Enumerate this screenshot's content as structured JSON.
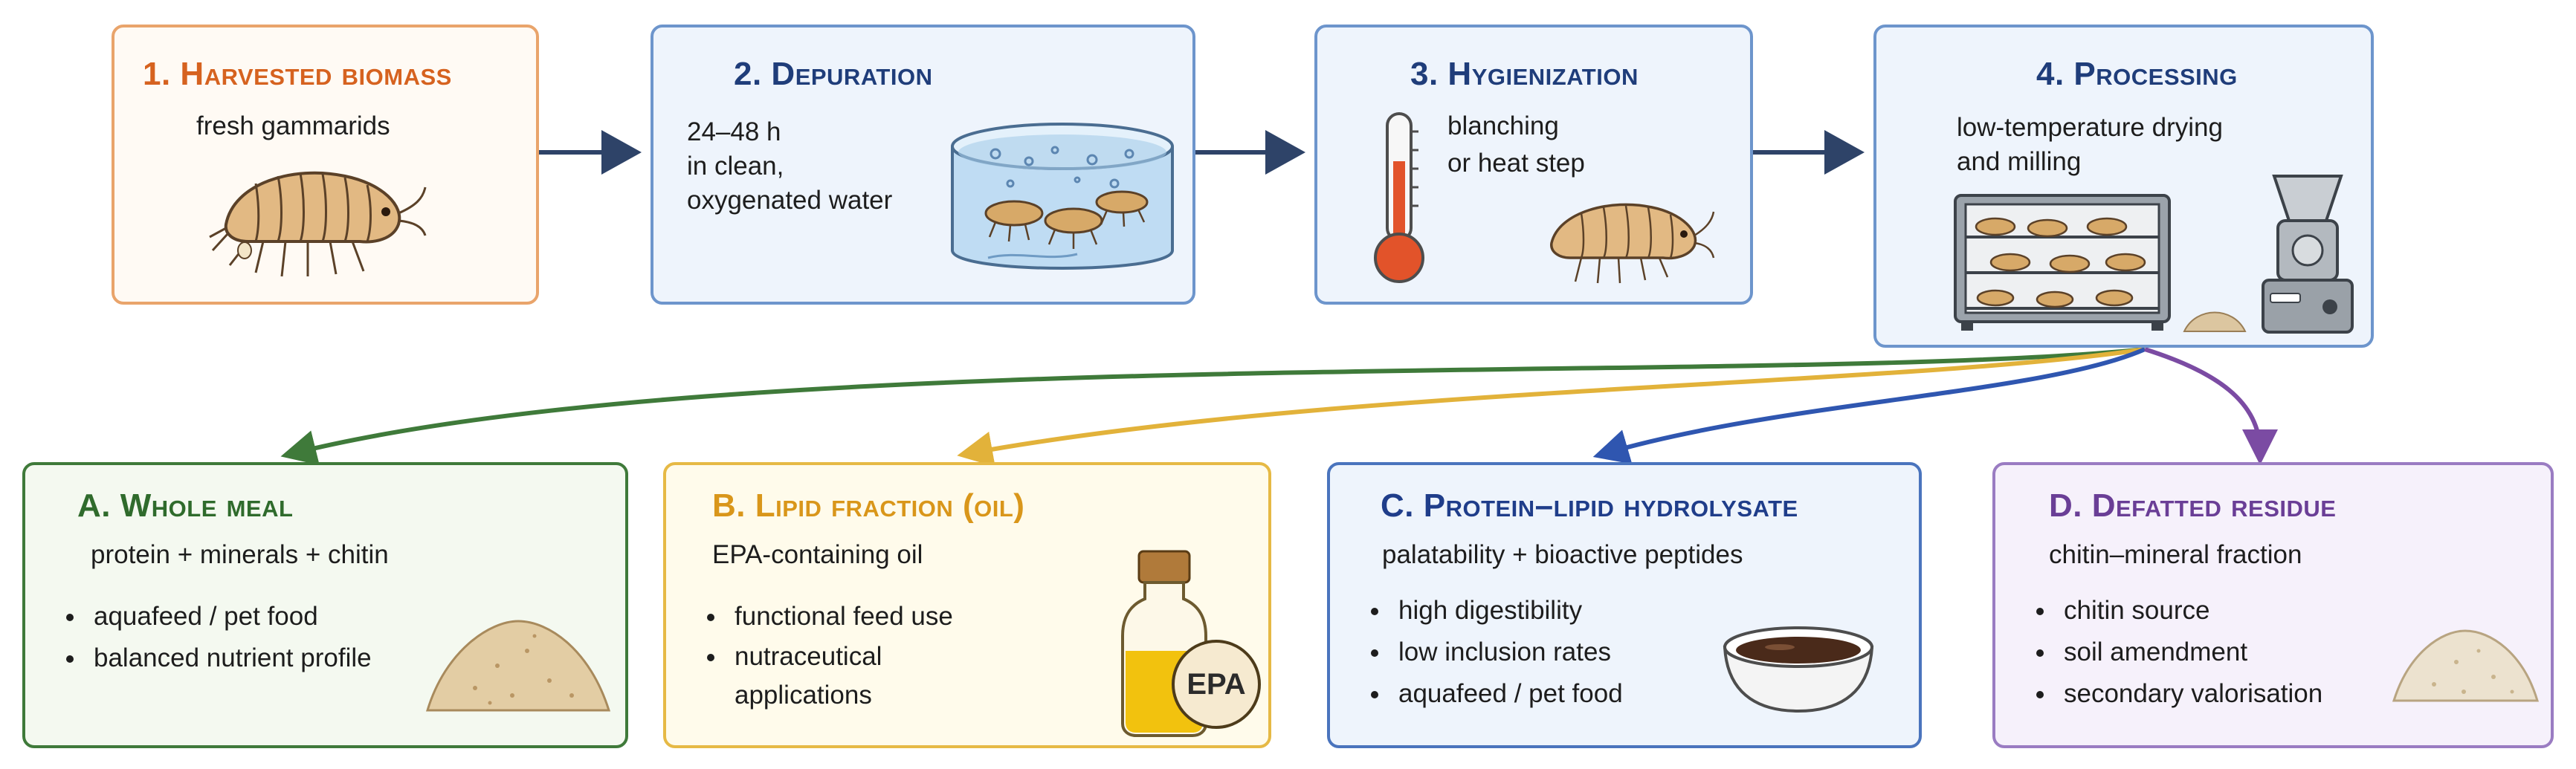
{
  "steps": [
    {
      "title": "1. Harvested biomass",
      "text": "fresh gammarids",
      "color": "#d6621f"
    },
    {
      "title": "2. Depuration",
      "lines": [
        "24–48 h",
        "in clean,",
        "oxygenated water"
      ],
      "color": "#1f3d7a"
    },
    {
      "title": "3. Hygienization",
      "lines": [
        "blanching",
        "or heat step"
      ],
      "color": "#1f3d7a"
    },
    {
      "title": "4. Processing",
      "lines": [
        "low-temperature drying",
        "and milling"
      ],
      "color": "#1f3d7a"
    }
  ],
  "outputs": [
    {
      "title": "A. Whole meal",
      "subtitle": "protein + minerals + chitin",
      "bullets": [
        "aquafeed / pet food",
        "balanced nutrient profile"
      ],
      "color": "#2f6b2c"
    },
    {
      "title": "B. Lipid fraction (oil)",
      "subtitle": "EPA-containing oil",
      "bullets": [
        "functional feed use",
        "nutraceutical\napplications"
      ],
      "color": "#d9961a",
      "badge": "EPA"
    },
    {
      "title": "C. Protein–lipid hydrolysate",
      "subtitle": "palatability + bioactive peptides",
      "bullets": [
        "high digestibility",
        "low inclusion rates",
        "aquafeed / pet food"
      ],
      "color": "#1f3d8a"
    },
    {
      "title": "D. Defatted residue",
      "subtitle": "chitin–mineral fraction",
      "bullets": [
        "chitin source",
        "soil amendment",
        "secondary valorisation"
      ],
      "color": "#6a3e96"
    }
  ],
  "arrow_colors": {
    "main": "#2e4368",
    "a": "#3f7a3a",
    "b": "#e2b23a",
    "c": "#2f56b0",
    "d": "#7b4ba3"
  },
  "icons": [
    "gammarid-icon",
    "water-tank-icon",
    "thermometer-icon",
    "dryer-icon",
    "mill-icon",
    "meal-pile-icon",
    "oil-bottle-icon",
    "hydrolysate-bowl-icon",
    "residue-pile-icon"
  ]
}
